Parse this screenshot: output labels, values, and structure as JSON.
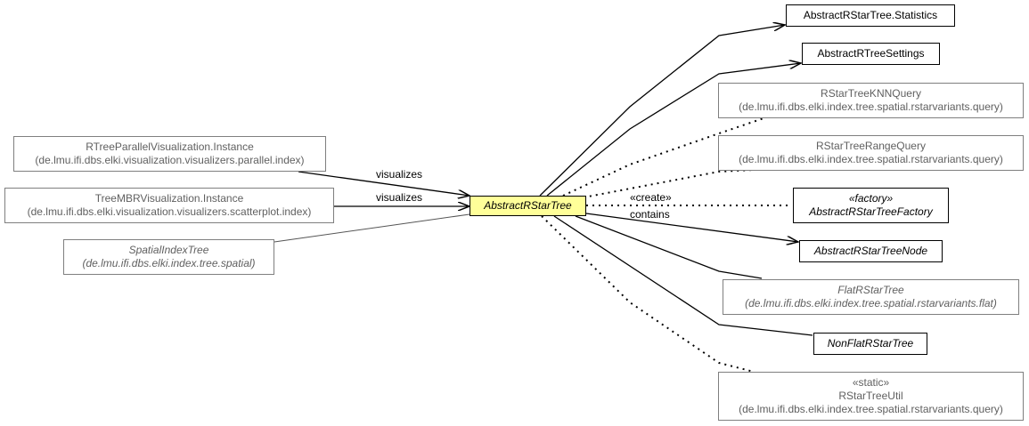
{
  "focus": {
    "name": "AbstractRStarTree"
  },
  "nodes": {
    "statistics": {
      "name": "AbstractRStarTree.Statistics"
    },
    "settings": {
      "name": "AbstractRTreeSettings"
    },
    "knn_query": {
      "name": "RStarTreeKNNQuery",
      "package": "(de.lmu.ifi.dbs.elki.index.tree.spatial.rstarvariants.query)"
    },
    "range_query": {
      "name": "RStarTreeRangeQuery",
      "package": "(de.lmu.ifi.dbs.elki.index.tree.spatial.rstarvariants.query)"
    },
    "factory": {
      "stereotype": "«factory»",
      "name": "AbstractRStarTreeFactory"
    },
    "node": {
      "name": "AbstractRStarTreeNode"
    },
    "flat": {
      "name": "FlatRStarTree",
      "package": "(de.lmu.ifi.dbs.elki.index.tree.spatial.rstarvariants.flat)"
    },
    "nonflat": {
      "name": "NonFlatRStarTree"
    },
    "util": {
      "stereotype": "«static»",
      "name": "RStarTreeUtil",
      "package": "(de.lmu.ifi.dbs.elki.index.tree.spatial.rstarvariants.query)"
    },
    "parallel_vis": {
      "name": "RTreeParallelVisualization.Instance",
      "package": "(de.lmu.ifi.dbs.elki.visualization.visualizers.parallel.index)"
    },
    "mbr_vis": {
      "name": "TreeMBRVisualization.Instance",
      "package": "(de.lmu.ifi.dbs.elki.visualization.visualizers.scatterplot.index)"
    },
    "spatial_index": {
      "name": "SpatialIndexTree",
      "package": "(de.lmu.ifi.dbs.elki.index.tree.spatial)"
    }
  },
  "edge_labels": {
    "visualizes_1": "visualizes",
    "visualizes_2": "visualizes",
    "create": "«create»",
    "contains": "contains"
  }
}
